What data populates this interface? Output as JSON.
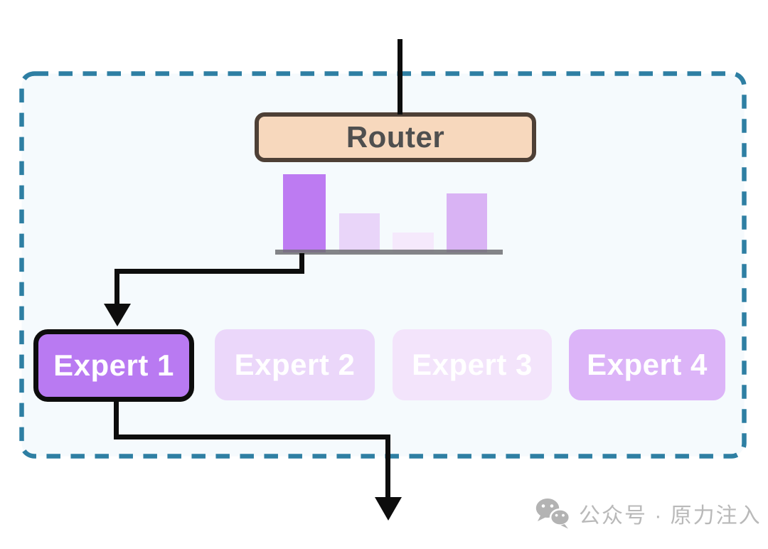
{
  "diagram": {
    "router": {
      "label": "Router"
    },
    "experts": [
      {
        "label": "Expert 1",
        "selected": true
      },
      {
        "label": "Expert 2",
        "selected": false
      },
      {
        "label": "Expert 3",
        "selected": false
      },
      {
        "label": "Expert 4",
        "selected": false
      }
    ],
    "colors": {
      "router_fill": "#f7d8bd",
      "router_border": "#4e4036",
      "router_text": "#4f4f4f",
      "expert_fills": [
        "#b97af2",
        "#ebd7fa",
        "#f3e4fb",
        "#dcb4f8"
      ],
      "expert_selected_border": "#0d0d0d",
      "expert_text": "#ffffff",
      "dashed_border": "#2e7fa3",
      "container_fill": "#f5fafd",
      "arrow": "#0d0d0d",
      "axis": "#6e6e73"
    }
  },
  "chart_data": {
    "type": "bar",
    "categories": [
      "Expert 1",
      "Expert 2",
      "Expert 3",
      "Expert 4"
    ],
    "values": [
      0.4,
      0.2,
      0.1,
      0.3
    ],
    "title": "",
    "xlabel": "",
    "ylabel": "",
    "ylim": [
      0,
      0.4
    ],
    "bar_colors": [
      "#bd7bf2",
      "#e9d5f9",
      "#f5e9fc",
      "#d9b3f4"
    ],
    "grid": false,
    "legend": false,
    "note": "router weight bars; highest bar routes to Expert 1"
  },
  "watermark": {
    "icon": "wechat-icon",
    "text": "公众号 · 原力注入",
    "color": "#b9b9b9"
  }
}
